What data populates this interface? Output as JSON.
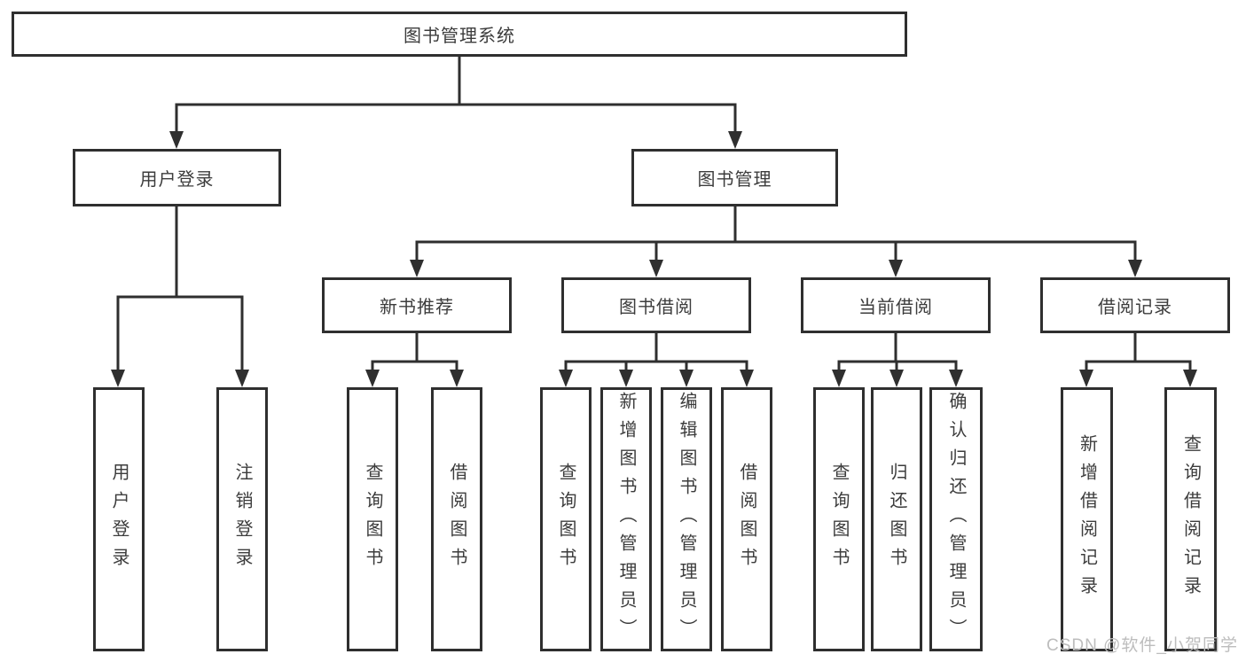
{
  "tree": {
    "label": "图书管理系统",
    "children": [
      {
        "label": "用户登录",
        "children": [
          {
            "label": "用户登录"
          },
          {
            "label": "注销登录"
          }
        ]
      },
      {
        "label": "图书管理",
        "children": [
          {
            "label": "新书推荐",
            "children": [
              {
                "label": "查询图书"
              },
              {
                "label": "借阅图书"
              }
            ]
          },
          {
            "label": "图书借阅",
            "children": [
              {
                "label": "查询图书"
              },
              {
                "label": "新增图书（管理员）"
              },
              {
                "label": "编辑图书（管理员）"
              },
              {
                "label": "借阅图书"
              }
            ]
          },
          {
            "label": "当前借阅",
            "children": [
              {
                "label": "查询图书"
              },
              {
                "label": "归还图书"
              },
              {
                "label": "确认归还（管理员）"
              }
            ]
          },
          {
            "label": "借阅记录",
            "children": [
              {
                "label": "新增借阅记录"
              },
              {
                "label": "查询借阅记录"
              }
            ]
          }
        ]
      }
    ]
  },
  "watermark": "CSDN @软件_小贺同学",
  "colors": {
    "line": "#2f2f2f",
    "text": "#3c3c3c",
    "background": "#ffffff",
    "watermark": "#bdbdbd"
  }
}
